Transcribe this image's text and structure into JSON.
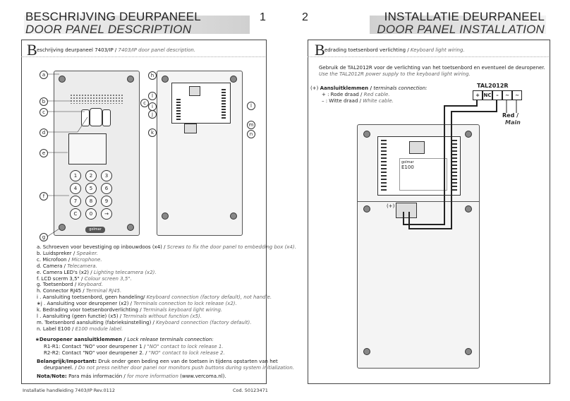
{
  "left_page": {
    "title_nl": "BESCHRIJVING DEURPANEEL",
    "title_en": "DOOR PANEL DESCRIPTION",
    "page_number": "1",
    "intro_initial": "B",
    "intro_nl": "eschrijving deurpaneel 7403/IP /",
    "intro_en": "7403/IP door panel description.",
    "diagram_letters": [
      "a",
      "b",
      "c",
      "d",
      "e",
      "f",
      "g",
      "a",
      "h",
      "c",
      "l",
      "i",
      "j",
      "k",
      "l",
      "m",
      "n"
    ],
    "keypad_keys": [
      "1",
      "2",
      "3",
      "4",
      "5",
      "6",
      "7",
      "8",
      "9",
      "C",
      "0",
      "→"
    ],
    "logo_text": "golmar",
    "legend": [
      {
        "letter": "a.",
        "nl": "Schroeven voor bevestiging op inbouwdoos (x4) /",
        "en": "Screws to fix the door panel to embedding box (x4)."
      },
      {
        "letter": "b.",
        "nl": "Luidspreker /",
        "en": "Speaker."
      },
      {
        "letter": "c.",
        "nl": "Microfoon /",
        "en": "Microphone."
      },
      {
        "letter": "d.",
        "nl": "Camera /",
        "en": "Telecamera."
      },
      {
        "letter": "e.",
        "nl": "Camera LED's (x2) /",
        "en": "Lighting telecamera (x2)."
      },
      {
        "letter": "f.",
        "nl": "LCD scerm 3,5\" /",
        "en": "Colour screen 3,5\"."
      },
      {
        "letter": "g.",
        "nl": "Toetsenbord /",
        "en": "Keyboard."
      },
      {
        "letter": "h.",
        "nl": "Connector RJ45 /",
        "en": "Terminal RJ45."
      },
      {
        "letter": "i .",
        "nl": "Aansluiting toetsenbord, geen handeling/",
        "en": "Keyboard connection (factory default), not handle."
      },
      {
        "letter": "∗j .",
        "nl": "Aansluiting voor deuropener (x2) /",
        "en": "Terminals connection to lock release (x2)."
      },
      {
        "letter": "k.",
        "nl": "Bedrading voor toetsenbordverlichting /",
        "en": "Terminals keyboard light wiring."
      },
      {
        "letter": "l .",
        "nl": "Aansluiting (geen functie) (x5) /",
        "en": "Terminals without function (x5)."
      },
      {
        "letter": "m.",
        "nl": "Toetsenbord aansluiting (fabrieksinstelling) /",
        "en": "Keyboard connection (factory default)."
      },
      {
        "letter": "n.",
        "nl": "Label E100 /",
        "en": "E100 module label."
      }
    ],
    "lock_title_nl": "∗Deuropener aansluitklemmen /",
    "lock_title_en": "Lock release terminals connection:",
    "lock_r1": "R1-R1: Contact \"NO\" voor deuropener 1 /",
    "lock_r1_en": "\"NO\" contact to lock release 1.",
    "lock_r2": "R2-R2: Contact \"NO\" voor deuropener 2. /",
    "lock_r2_en": "\"NO\" contact to lock release 2.",
    "important_label": "Belangrijk/Important:",
    "important_nl_1": "Druk onder geen beding een van de toetsen in tijdens opstarten van het",
    "important_nl_2": "deurpaneel. /",
    "important_en": "Do not press neither door panel nor monitors push buttons during system initialization.",
    "note_label": "Nota/Note:",
    "note_nl": "Para más información /",
    "note_en": "for more information",
    "note_url": "(www.vercoma.nl).",
    "footer_left": "Installatie handleiding 7403/IP Rev.0112",
    "footer_right": "Cod. 50123471"
  },
  "right_page": {
    "title_nl": "INSTALLATIE DEURPANEEL",
    "title_en": "DOOR PANEL INSTALLATION",
    "page_number": "2",
    "intro_initial": "B",
    "intro_nl": "edrading toetsenbord verlichting /",
    "intro_en": "Keyboard light wiring.",
    "body_nl": "Gebruik de TAL2012R voor de verlichting van het toetsenbord en eventueel de deuropener.",
    "body_en": "Use the TAL2012R power supply to the keyboard light wiring.",
    "terminals_title_nl": "Aansluitklemmen /",
    "terminals_title_en": "terminals connection:",
    "plus_nl": "+ : Rode draad /",
    "plus_en": "Red cable.",
    "minus_nl": "– : Witte draad /",
    "minus_en": "White cable.",
    "plus_mark": "(+)",
    "psu_name": "TAL2012R",
    "psu_terminals": [
      "+",
      "NC",
      "–",
      "~",
      "~"
    ],
    "mains_nl": "Red /",
    "mains_en": "Main",
    "module_label": "E100",
    "module_brand": "golmar"
  },
  "colors": {
    "frame": "#444444",
    "header_bar": "#d0d0d0",
    "panel": "#ececec"
  }
}
